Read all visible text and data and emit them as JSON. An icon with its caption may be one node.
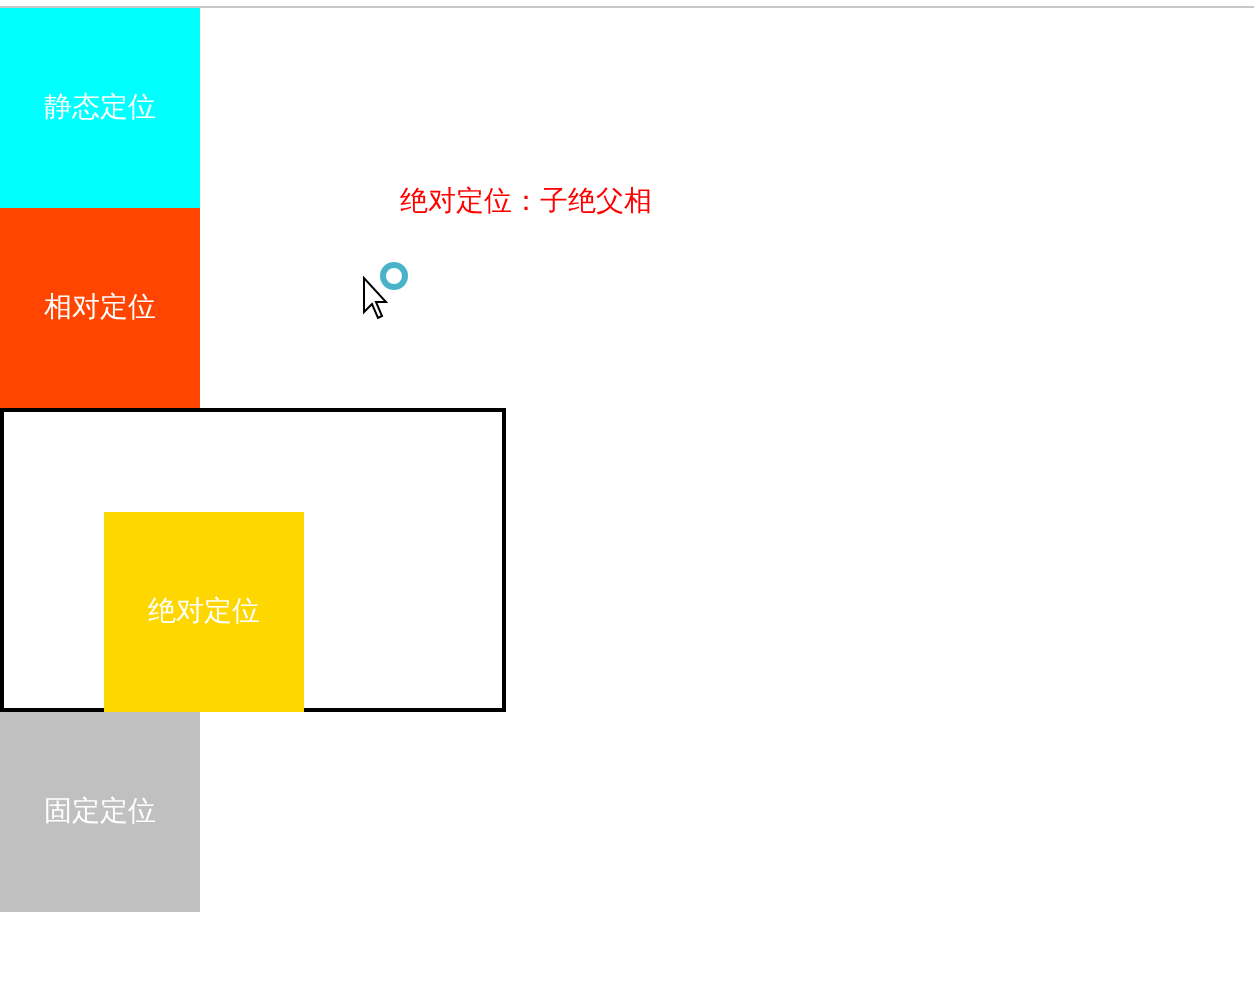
{
  "diagram": {
    "nodes": [
      {
        "text": [
          "静态定位"
        ]
      },
      {
        "text": [
          "相对定位"
        ]
      },
      {
        "text": [],
        "shape": "box"
      },
      {
        "text": [
          "绝对定位"
        ],
        "in": 2
      },
      {
        "text": [
          "固定定位"
        ]
      }
    ],
    "labels": [
      "绝对定位：子绝父相"
    ]
  }
}
